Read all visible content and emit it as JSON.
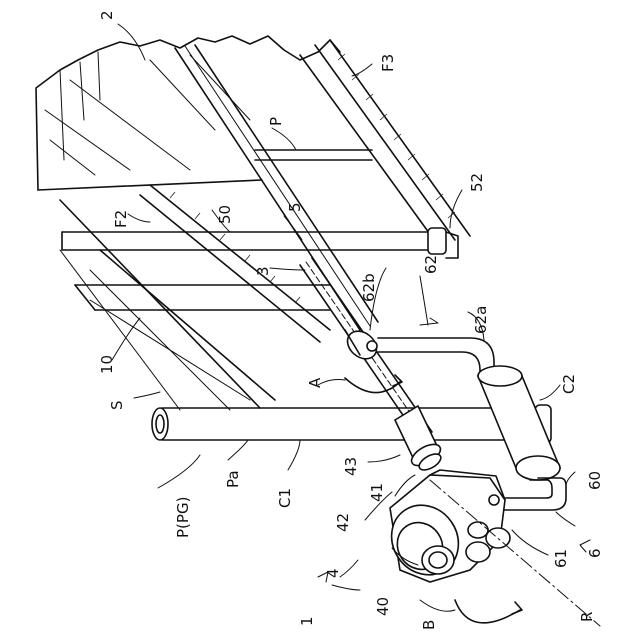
{
  "labels": {
    "l2": "2",
    "lF3": "F3",
    "lP_top": "P",
    "l52": "52",
    "lF2": "F2",
    "l50": "50",
    "l5": "5",
    "l3": "3",
    "l62": "62",
    "l62b": "62b",
    "l10": "10",
    "l62a": "62a",
    "lS": "S",
    "lA": "A",
    "lC2": "C2",
    "l43": "43",
    "lPPG": "P(PG)",
    "lPa": "Pa",
    "lC1": "C1",
    "l41": "41",
    "l42": "42",
    "l60": "60",
    "l4": "4",
    "l6": "6",
    "l61": "61",
    "l40": "40",
    "l1": "1",
    "lB": "B",
    "lR": "R"
  }
}
